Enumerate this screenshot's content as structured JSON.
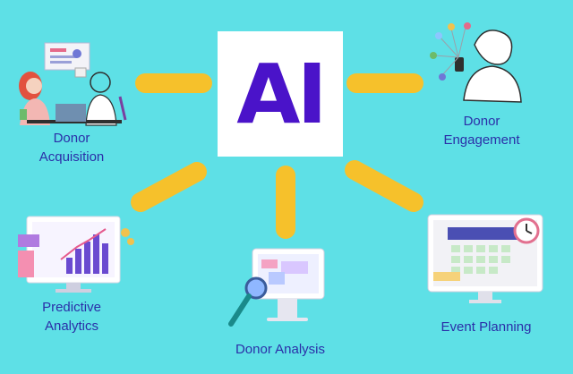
{
  "center": {
    "label": "AI",
    "color": "#4a13c9"
  },
  "nodes": [
    {
      "id": "acquisition",
      "label_line1": "Donor",
      "label_line2": "Acquisition"
    },
    {
      "id": "engagement",
      "label_line1": "Donor",
      "label_line2": "Engagement"
    },
    {
      "id": "predictive",
      "label_line1": "Predictive",
      "label_line2": "Analytics"
    },
    {
      "id": "analysis",
      "label_line1": "Donor Analysis",
      "label_line2": ""
    },
    {
      "id": "events",
      "label_line1": "Event Planning",
      "label_line2": ""
    }
  ],
  "colors": {
    "background": "#5ee0e6",
    "connector": "#f6c12b",
    "label": "#2b2fa8"
  }
}
